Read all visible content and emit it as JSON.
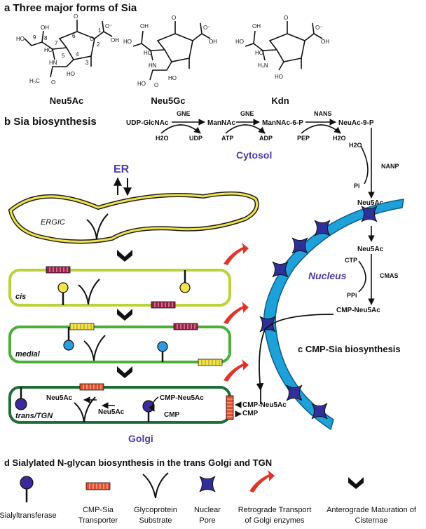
{
  "sections": {
    "a": "a Three major forms of Sia",
    "b": "b Sia biosynthesis",
    "c": "c CMP-Sia biosynthesis",
    "d": "d Sialylated N-glycan biosynthesis in the trans Golgi and TGN"
  },
  "molecules": {
    "neu5ac": "Neu5Ac",
    "neu5gc": "Neu5Gc",
    "kdn": "Kdn",
    "atom_labels": {
      "oh": "OH",
      "ho": "HO",
      "o": "O",
      "o_minus": "O⁻",
      "hn": "HN",
      "h2n": "H₂N",
      "h3c": "H₃C",
      "c9": "9",
      "c8": "8",
      "c7": "7",
      "c6": "6",
      "c5": "5",
      "c4": "4",
      "c3": "3",
      "c2": "2",
      "c1": "1"
    }
  },
  "pathway": {
    "udp_glcnac": "UDP-GlcNAc",
    "mannac": "ManNAc",
    "mannac_6p": "ManNAc-6-P",
    "neuac_9p": "NeuAc-9-P",
    "gne1": "GNE",
    "gne2": "GNE",
    "nans": "NANS",
    "h2o_1": "H2O",
    "udp": "UDP",
    "atp": "ATP",
    "adp": "ADP",
    "pep": "PEP",
    "h2o_2": "H2O",
    "h2o_3": "H2O",
    "nanp": "NANP",
    "pi": "Pi",
    "neu5ac_cyt": "Neu5Ac",
    "neu5ac_nuc": "Neu5Ac",
    "ctp": "CTP",
    "cmas": "CMAS",
    "ppi": "PPi",
    "cmp_neu5ac_nuc": "CMP-Neu5Ac"
  },
  "compartments": {
    "cytosol": "Cytosol",
    "er": "ER",
    "ergic": "ERGIC",
    "nucleus": "Nucleus",
    "cis": "cis",
    "medial": "medial",
    "trans": "trans/TGN",
    "golgi": "Golgi"
  },
  "tgn_labels": {
    "neu5ac_a": "Neu5Ac",
    "neu5ac_b": "Neu5Ac",
    "cmp_neu5ac_in": "CMP-Neu5Ac",
    "cmp_in": "CMP",
    "cmp_neu5ac_out": "CMP-Neu5Ac",
    "cmp_out": "CMP"
  },
  "legend": [
    {
      "line1": "Sialyltransferase",
      "line2": ""
    },
    {
      "line1": "CMP-Sia",
      "line2": "Transporter"
    },
    {
      "line1": "Glycoprotein",
      "line2": "Substrate"
    },
    {
      "line1": "Nuclear",
      "line2": "Pore"
    },
    {
      "line1": "Retrograde Transport",
      "line2": "of Golgi enzymes"
    },
    {
      "line1": "Anterograde Maturation of",
      "line2": "Cisternae"
    }
  ],
  "colors": {
    "enzyme_yellow": "#f2e34a",
    "enzyme_blue": "#2f9be0",
    "enzyme_navy": "#3a2a9a",
    "transporter": "#e0502e",
    "cis_green": "#b9d33a",
    "medial_green": "#4caf3a",
    "trans_green": "#1e6e3a",
    "nucleus": "#1ea0d8",
    "pore": "#2f2f9a",
    "retrograde": "#e0342a",
    "purple_label": "#4b3aa5"
  }
}
